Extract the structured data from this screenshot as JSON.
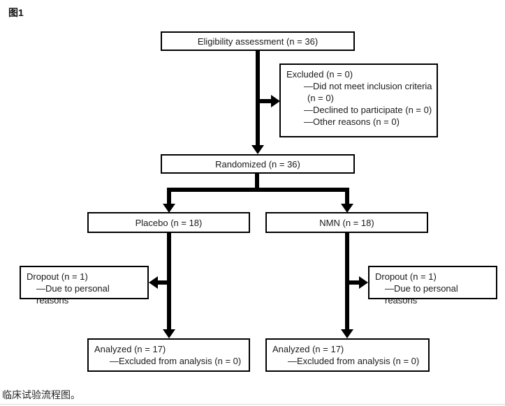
{
  "figure_label": "图1",
  "caption": "临床试验流程图。",
  "boxes": {
    "eligibility": {
      "text": "Eligibility assessment (n = 36)"
    },
    "excluded": {
      "title": "Excluded (n = 0)",
      "items": [
        "—Did not meet inclusion criteria (n = 0)",
        "—Declined to participate (n = 0)",
        "—Other reasons (n = 0)"
      ]
    },
    "randomized": {
      "text": "Randomized (n = 36)"
    },
    "placebo": {
      "text": "Placebo (n = 18)"
    },
    "nmn": {
      "text": "NMN (n = 18)"
    },
    "dropout_left": {
      "title": "Dropout (n = 1)",
      "item": "—Due to personal reasons"
    },
    "dropout_right": {
      "title": "Dropout (n = 1)",
      "item": "—Due to personal reasons"
    },
    "analyzed_left": {
      "title": "Analyzed (n = 17)",
      "item": "—Excluded from analysis (n = 0)"
    },
    "analyzed_right": {
      "title": "Analyzed (n = 17)",
      "item": "—Excluded from analysis (n = 0)"
    }
  },
  "colors": {
    "line": "#000000",
    "box_border": "#000000",
    "background": "#ffffff",
    "text": "#1a1a1a",
    "bottom_rule": "#d9d9d9"
  }
}
